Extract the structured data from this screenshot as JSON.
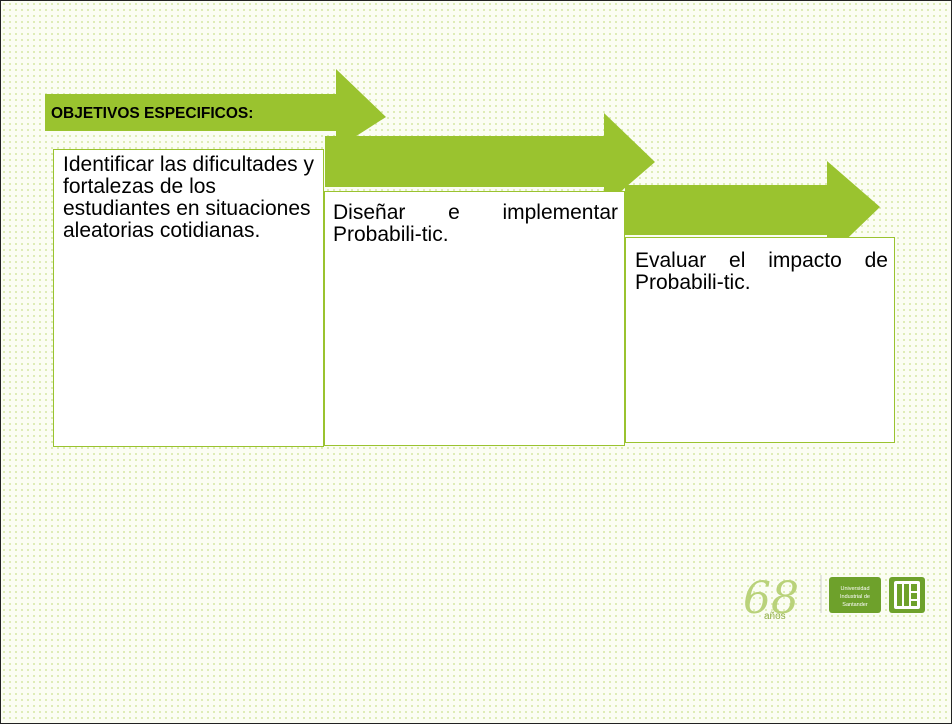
{
  "slide": {
    "header": "OBJETIVOS ESPECIFICOS:",
    "objectives": [
      {
        "text": "Identificar las dificultades y fortalezas de los estudiantes en situaciones aleatorias cotidianas."
      },
      {
        "text": "Diseñar e implementar Probabili-tic."
      },
      {
        "text": "Evaluar el impacto de Probabili-tic."
      }
    ]
  },
  "logos": {
    "anniversary_number": "68",
    "anniversary_word": "años",
    "university_name_lines": [
      "Universidad",
      "Industrial de",
      "Santander"
    ]
  },
  "colors": {
    "arrow_green": "#9ac32f",
    "dot_pattern": "#d7e8a8",
    "logo_green": "#6ea12b"
  }
}
